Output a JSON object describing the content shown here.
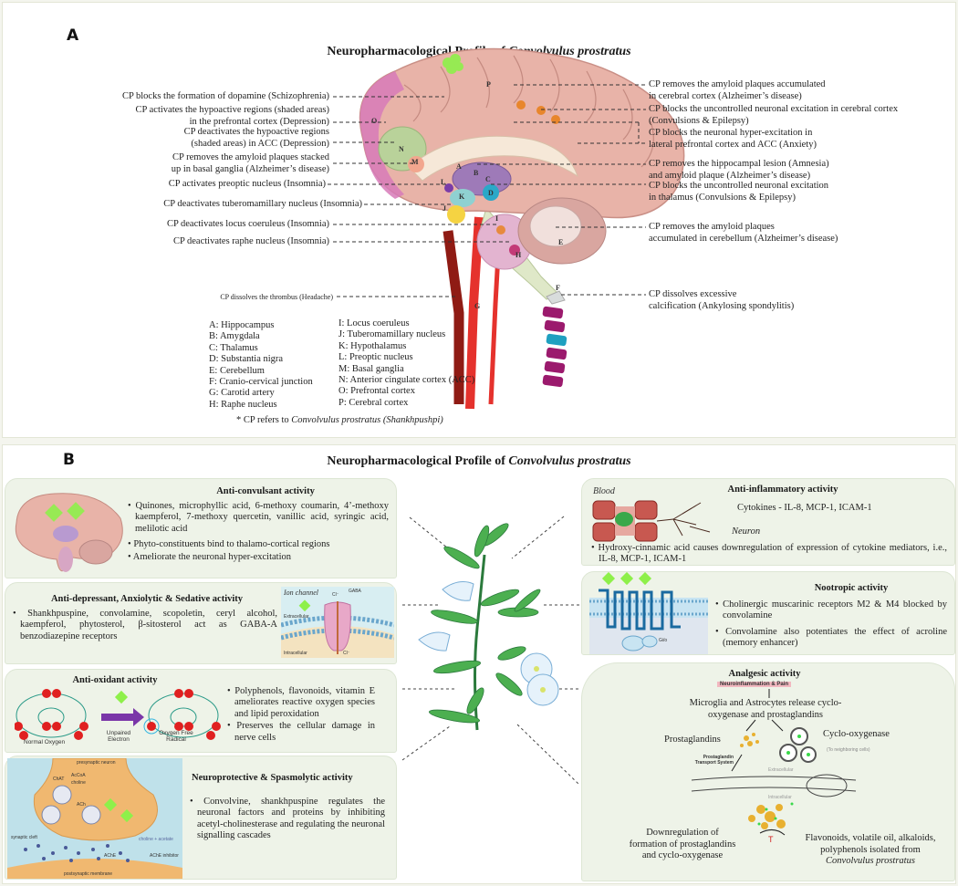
{
  "panel_a": {
    "letter": "A",
    "title_prefix": "Neuropharmacological Profile of ",
    "title_species": "Convolvulus prostratus",
    "left_labels": [
      {
        "line1": "CP blocks the formation of dopamine  (Schizophrenia)",
        "line2": ""
      },
      {
        "line1": "CP activates the hypoactive regions (shaded areas)",
        "line2": "in the prefrontal cortex (Depression)"
      },
      {
        "line1": "CP deactivates the hypoactive regions",
        "line2": "(shaded areas) in ACC (Depression)"
      },
      {
        "line1": "CP removes the amyloid plaques stacked",
        "line2": "up in basal ganglia (Alzheimer’s disease)"
      },
      {
        "line1": "CP activates preoptic nucleus (Insomnia)",
        "line2": ""
      },
      {
        "line1": "CP deactivates tuberomamillary nucleus (Insomnia)",
        "line2": ""
      },
      {
        "line1": "CP deactivates locus coeruleus (Insomnia)",
        "line2": ""
      },
      {
        "line1": "CP deactivates raphe nucleus (Insomnia)",
        "line2": ""
      }
    ],
    "thrombus_label": "CP dissolves the thrombus (Headache)",
    "right_labels": [
      {
        "line1": "CP removes the amyloid plaques accumulated",
        "line2": "in cerebral cortex (Alzheimer’s disease)"
      },
      {
        "line1": "CP blocks the uncontrolled neuronal excitation in cerebral cortex",
        "line2": "(Convulsions & Epilepsy)"
      },
      {
        "line1": "CP blocks the neuronal hyper-excitation in",
        "line2": "lateral prefrontal cortex and ACC (Anxiety)"
      },
      {
        "line1": "CP removes the hippocampal lesion (Amnesia)",
        "line2": "and amyloid plaque (Alzheimer’s disease)"
      },
      {
        "line1": "CP blocks the uncontrolled neuronal excitation",
        "line2": "in thalamus (Convulsions & Epilepsy)"
      },
      {
        "line1": "CP removes the amyloid plaques",
        "line2": "accumulated in cerebellum (Alzheimer’s disease)"
      },
      {
        "line1": "CP dissolves excessive",
        "line2": "calcification (Ankylosing spondylitis)"
      }
    ],
    "brain_region_markers": [
      "A",
      "B",
      "C",
      "D",
      "E",
      "F",
      "G",
      "H",
      "I",
      "J",
      "K",
      "L",
      "M",
      "N",
      "O",
      "P"
    ],
    "legend_col1": [
      "A: Hippocampus",
      "B: Amygdala",
      "C: Thalamus",
      "D: Substantia nigra",
      "E: Cerebellum",
      "F: Cranio-cervical junction",
      "G: Carotid artery",
      "H: Raphe nucleus"
    ],
    "legend_col2": [
      "I: Locus coeruleus",
      "J: Tuberomamillary nucleus",
      "K: Hypothalamus",
      "L: Preoptic nucleus",
      "M: Basal ganglia",
      "N: Anterior cingulate cortex (ACC)",
      "O: Prefrontal cortex",
      "P: Cerebral cortex"
    ],
    "footnote_prefix": "* CP refers to ",
    "footnote_species": "Convolvulus prostratus",
    "footnote_common": "(Shankhpushpi)"
  },
  "panel_b": {
    "letter": "B",
    "title_prefix": "Neuropharmacological Profile of ",
    "title_species": "Convolvulus prostratus",
    "anticonvulsant": {
      "title": "Anti-convulsant activity",
      "bullets": [
        "Quinones, microphyllic acid, 6-methoxy coumarin, 4’-methoxy kaempferol, 7-methoxy quercetin, vanillic acid, syringic acid, melilotic acid",
        "Phyto-constituents bind to thalamo-cortical regions",
        "Ameliorate the neuronal hyper-excitation"
      ]
    },
    "antidepressant": {
      "title": "Anti-depressant, Anxiolytic & Sedative activity",
      "bullets": [
        "Shankhpuspine, convolamine, scopoletin, ceryl alcohol, kaempferol, phytosterol, β-sitosterol act as GABA-A benzodiazepine receptors"
      ],
      "figure_labels": {
        "title": "Ion channel",
        "gaba": "GABA",
        "extracellular": "Extracellular",
        "intracellular": "Intracellular",
        "cl_top": "Cl⁻",
        "cl_bottom": "Cl⁻"
      }
    },
    "antioxidant": {
      "title": "Anti-oxidant activity",
      "bullets": [
        "Polyphenols, flavonoids, vitamin E ameliorates reactive oxygen species and lipid peroxidation",
        "Preserves the cellular damage in nerve cells"
      ],
      "figure_labels": {
        "normal": "Normal Oxygen",
        "unpaired": "Unpaired Electron",
        "radical": "Oxygen Free Radical",
        "electron": "e⁻"
      }
    },
    "neuroprotective": {
      "title": "Neuroprotective & Spasmolytic activity",
      "bullets": [
        "Convolvine, shankhpuspine regulates the neuronal factors and  proteins by inhibiting acetyl-cholinesterase and regulating the neuronal signalling cascades"
      ],
      "figure_labels": {
        "presynaptic": "presynaptic neuron",
        "chat": "ChAT",
        "accoa": "AcCoA",
        "choline": "choline",
        "ach": "ACh",
        "cleft": "synaptic cleft",
        "choline_acetate": "choline + acetate",
        "ache": "AChE",
        "ache_inhibitor": "AChE inhibitor",
        "postsynaptic": "postsynaptic membrane"
      }
    },
    "antiinflammatory": {
      "title": "Anti-inflammatory activity",
      "blood": "Blood",
      "neuron": "Neuron",
      "cytokines": "Cytokines - IL-8, MCP-1, ICAM-1",
      "bullets": [
        "Hydroxy-cinnamic acid causes downregulation of expression of cytokine mediators, i.e., IL-8, MCP-1, ICAM-1"
      ]
    },
    "nootropic": {
      "title": "Nootropic activity",
      "bullets": [
        "Cholinergic muscarinic receptors M2 & M4 blocked by convolamine",
        "Convolamine also potentiates the effect of acroline (memory enhancer)"
      ],
      "figure_labels": {
        "gprotein": "Gi/o"
      }
    },
    "analgesic": {
      "title": "Analgesic activity",
      "trigger": "Neuroinflammation & Pain",
      "release": "Microglia and Astrocytes release cyclo-oxygenase and prostaglandins",
      "prostaglandins": "Prostaglandins",
      "cox": "Cyclo-oxygenase",
      "transport": "Prostaglandin Transport System",
      "neighbor": "(To neighboring cells)",
      "extracellular": "Extracellular",
      "intracellular": "Intracellular",
      "downreg": "Downregulation of formation of prostaglandins and cyclo-oxygenase",
      "isolated_prefix": "Flavonoids, volatile oil, alkaloids, polyphenols isolated from ",
      "isolated_species": "Convolvulus prostratus"
    }
  },
  "colors": {
    "card_bg": "#eef3e8",
    "green_highlight": "#8ef04a",
    "brain_pink": "#e8b3a8",
    "prefrontal": "#d77ab8",
    "acc_green": "#b9d29a",
    "artery_red": "#e5322d",
    "spine_purple": "#9b1a6d",
    "spine_teal": "#1fa0c0"
  }
}
